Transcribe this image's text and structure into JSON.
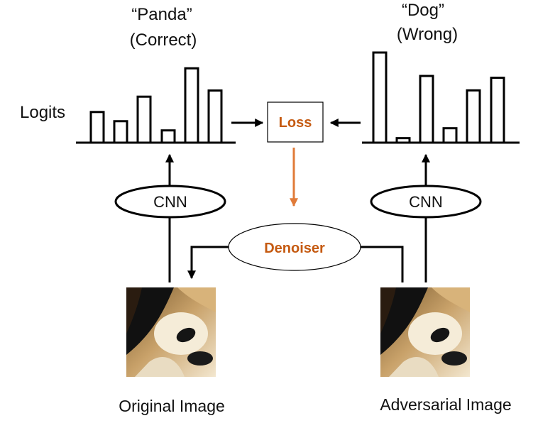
{
  "left_logits": {
    "label_line1": "“Panda”",
    "label_line2": "(Correct)",
    "bar_values": [
      0.4,
      0.28,
      0.6,
      0.16,
      0.97,
      0.68
    ]
  },
  "right_logits": {
    "label_line1": "“Dog”",
    "label_line2": "(Wrong)",
    "bar_values": [
      1.0,
      0.05,
      0.74,
      0.16,
      0.58,
      0.72
    ]
  },
  "logits_label": "Logits",
  "loss_label": "Loss",
  "cnn_left_label": "CNN",
  "cnn_right_label": "CNN",
  "denoiser_label": "Denoiser",
  "original_caption": "Original Image",
  "adversarial_caption": "Adversarial Image",
  "colors": {
    "accent": "#c55a11",
    "gradient_arrow": "#e07b39",
    "line": "#000000"
  },
  "icons": [
    "panda-image",
    "panda-image"
  ]
}
